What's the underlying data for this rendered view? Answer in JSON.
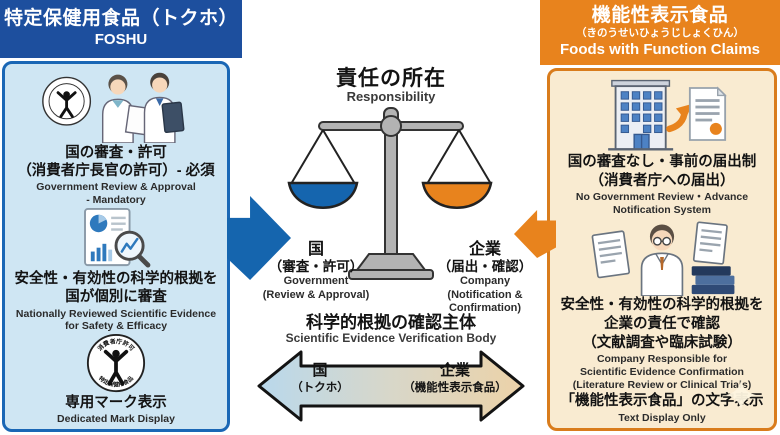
{
  "left_panel": {
    "title": "特定保健用食品（トクホ）",
    "subtitle": "FOSHU",
    "section1": {
      "jp": [
        "国の審査・許可",
        "（消費者庁長官の許可）- 必須"
      ],
      "en": [
        "Government Review & Approval",
        "- Mandatory"
      ]
    },
    "section2": {
      "jp": [
        "安全性・有効性の科学的根拠を",
        "国が個別に審査"
      ],
      "en": [
        "Nationally Reviewed Scientific Evidence",
        "for Safety & Efficacy"
      ]
    },
    "section3": {
      "jp": [
        "専用マーク表示"
      ],
      "en": [
        "Dedicated Mark Display"
      ]
    },
    "mark": {
      "top": "消費者庁許可",
      "bottom": "特定保健用食品"
    }
  },
  "right_panel": {
    "title": "機能性表示食品",
    "reading": "（きのうせいひょうじしょくひん）",
    "subtitle": "Foods with Function Claims",
    "section1": {
      "jp": [
        "国の審査なし・事前の届出制",
        "（消費者庁への届出）"
      ],
      "en": [
        "No Government Review・Advance",
        "Notification System"
      ]
    },
    "section2": {
      "jp": [
        "安全性・有効性の科学的根拠を",
        "企業の責任で確認",
        "（文献調査や臨床試験）"
      ],
      "en": [
        "Company Responsible for",
        "Scientific Evidence Confirmation",
        "(Literature Review or Clinical Trials)"
      ]
    },
    "section3": {
      "jp": [
        "「機能性表示食品」の文字表示"
      ],
      "en": [
        "Text Display Only"
      ]
    }
  },
  "center": {
    "responsibility": {
      "jp": "責任の所在",
      "en": "Responsibility"
    },
    "left_pan": {
      "jp1": "国",
      "jp2": "（審査・許可）",
      "en": [
        "Government",
        "(Review & Approval)"
      ]
    },
    "right_pan": {
      "jp1": "企業",
      "jp2": "（届出・確認）",
      "en": [
        "Company",
        "(Notification &",
        "Confirmation)"
      ]
    },
    "verification": {
      "jp": "科学的根拠の確認主体",
      "en": "Scientific Evidence Verification Body"
    },
    "arrow_left": {
      "jp": "国",
      "sub": "（トクホ）"
    },
    "arrow_right": {
      "jp": "企業",
      "sub": "（機能性表示食品）"
    }
  },
  "colors": {
    "foshu_header": "#1d4f9e",
    "foshu_body": "#cfe6f3",
    "ffc_header": "#e8831d",
    "ffc_body": "#f9ebd1",
    "pan_blue": "#1565ae",
    "pan_orange": "#e8831d"
  }
}
